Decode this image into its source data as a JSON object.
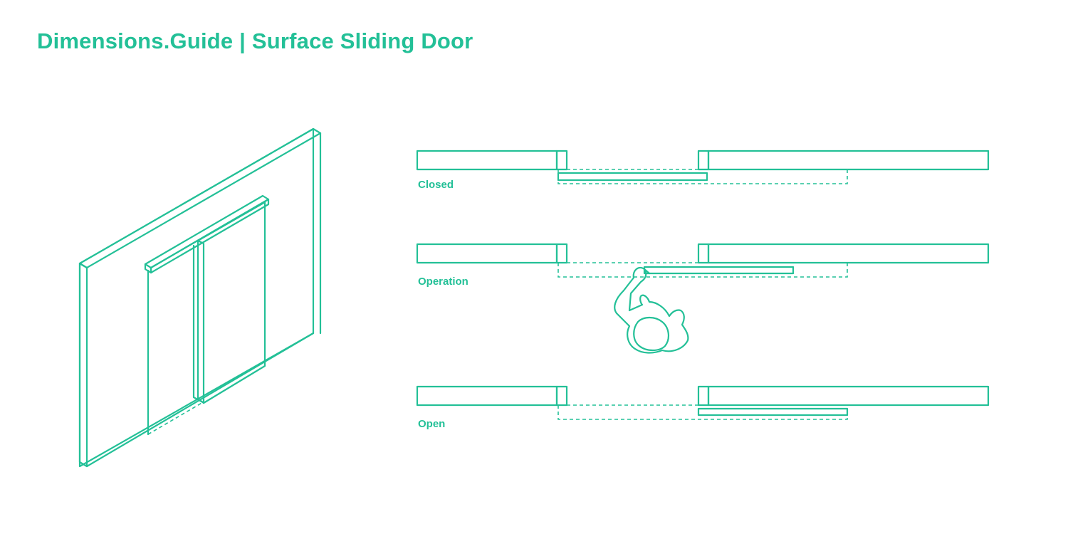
{
  "header": {
    "title": "Dimensions.Guide | Surface Sliding Door"
  },
  "plans": {
    "closed_label": "Closed",
    "operation_label": "Operation",
    "open_label": "Open"
  },
  "colors": {
    "accent": "#23c097",
    "background": "#ffffff"
  },
  "icons": {
    "person": "person-top-view-icon",
    "door": "surface-sliding-door-elevation-icon"
  }
}
